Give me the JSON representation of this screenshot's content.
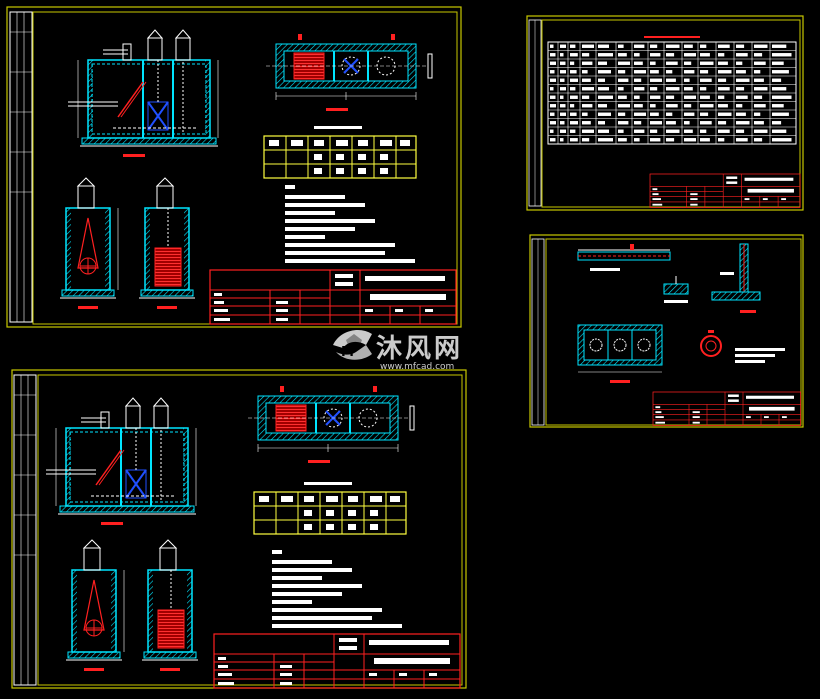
{
  "watermark": {
    "brand_text": "沐风网",
    "url_text": "www.mfcad.com",
    "logo_letter": "M"
  },
  "colors": {
    "background": "#000000",
    "sheet_border": "#c8c800",
    "cad_cyan": "#00e5ff",
    "cad_white": "#ffffff",
    "cad_red": "#ff2020",
    "cad_blue": "#2050ff",
    "cad_yellow": "#ffff40",
    "watermark": "#e8e8e8"
  },
  "sheets": [
    {
      "name": "sheet-top-left"
    },
    {
      "name": "sheet-bottom-left"
    },
    {
      "name": "sheet-top-right"
    },
    {
      "name": "sheet-middle-right"
    }
  ]
}
